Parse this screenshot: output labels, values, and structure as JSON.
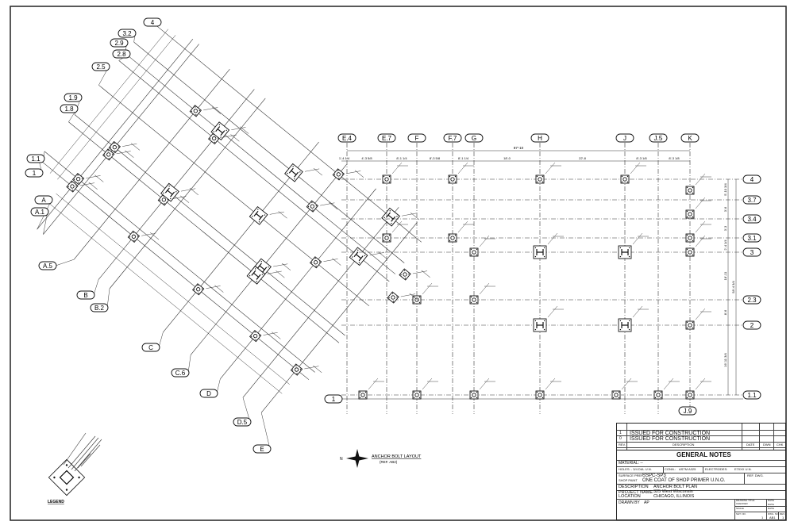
{
  "drawing": {
    "title": "ANCHOR BOLT LAYOUT",
    "title_ref": "(REF. AB2)",
    "north_label": "N",
    "legend_label": "LEGEND"
  },
  "rotated_grid": {
    "number_lines": [
      "4",
      "3.2",
      "2.9",
      "2.8",
      "2.5",
      "1.9",
      "1.8",
      "1.1",
      "1"
    ],
    "letter_lines": [
      "A",
      "A.1",
      "A.5",
      "B",
      "B.2",
      "C",
      "C.6",
      "D",
      "D.5",
      "E"
    ]
  },
  "plan_grid": {
    "vertical_lines": [
      "E.4",
      "E.7",
      "F",
      "F.7",
      "G",
      "H",
      "J",
      "J.5",
      "K"
    ],
    "horizontal_lines": [
      "4",
      "3.7",
      "3.4",
      "3.1",
      "3",
      "2.3",
      "2",
      "1.1"
    ],
    "extra_bubbles": [
      "1",
      "J.9"
    ],
    "top_overall_dim": "87'-10",
    "top_dims": [
      "1'-4 1/4",
      "4'-3 5/8",
      "8'-1 1/4",
      "8'-3 5/8",
      "8'-1 1/4",
      "18'-0",
      "22'-8",
      "8'-3 1/8",
      "8'-3 1/8"
    ],
    "right_dims": [
      "5'-10 3/4",
      "3'-6",
      "3'-3",
      "2'-4 1/4",
      "18'-11",
      "8'-6",
      "16'-11 3/4"
    ],
    "right_overall_dim": "58'-4 3/4"
  },
  "title_block": {
    "revisions": [
      {
        "rev": "1",
        "description": "ISSUED FOR CONSTRUCTION"
      },
      {
        "rev": "0",
        "description": "ISSUED FOR CONSTRUCTION"
      }
    ],
    "rev_headers": {
      "rev": "REV.",
      "description": "DESCRIPTION",
      "date": "DATE",
      "dwn": "DWN",
      "chk": "CHK"
    },
    "general_notes": "GENERAL NOTES",
    "material": "MATERIAL:  --",
    "holes": "HOLES:  - 3/4 DIA. U.N.",
    "conn_label": "CONN.:",
    "conn_value": "ASTM A325",
    "electrodes_label": "ELECTRODES:",
    "electrodes_value": "E70XX U.N.",
    "surface_prep_label": "SURFACE PREP",
    "surface_prep_value": "SSPC-SP3",
    "shop_paint_label": "SHOP PAINT",
    "shop_paint_value": "ONE COAT OF SHOP PRIMER U.N.O.",
    "ref_dwg": "REF. DWG.",
    "description_label": "DESCRIPTION",
    "description_value": "ANCHOR BOLT PLAN",
    "project_name_label": "PROJECT NAME",
    "project_name_value": "325 West Wisconsin",
    "location_label": "LOCATION",
    "location_value": "CHICAGO, ILLINOIS",
    "drawn_by_label": "DRAWN BY",
    "drawn_by_value": "AP",
    "signoff": {
      "drawing_title": "DRAWING TITLE",
      "checked": "CHECKED",
      "date1": "DATE",
      "date2": "DATE",
      "date3": "DATE",
      "scale": "SCALE",
      "sht_label": "SHT. NO.",
      "sht_value": "1",
      "dwg_label": "DWG. NO.",
      "dwg_value": "AB1",
      "rev_label": "REV.",
      "rev_value": "1"
    }
  }
}
